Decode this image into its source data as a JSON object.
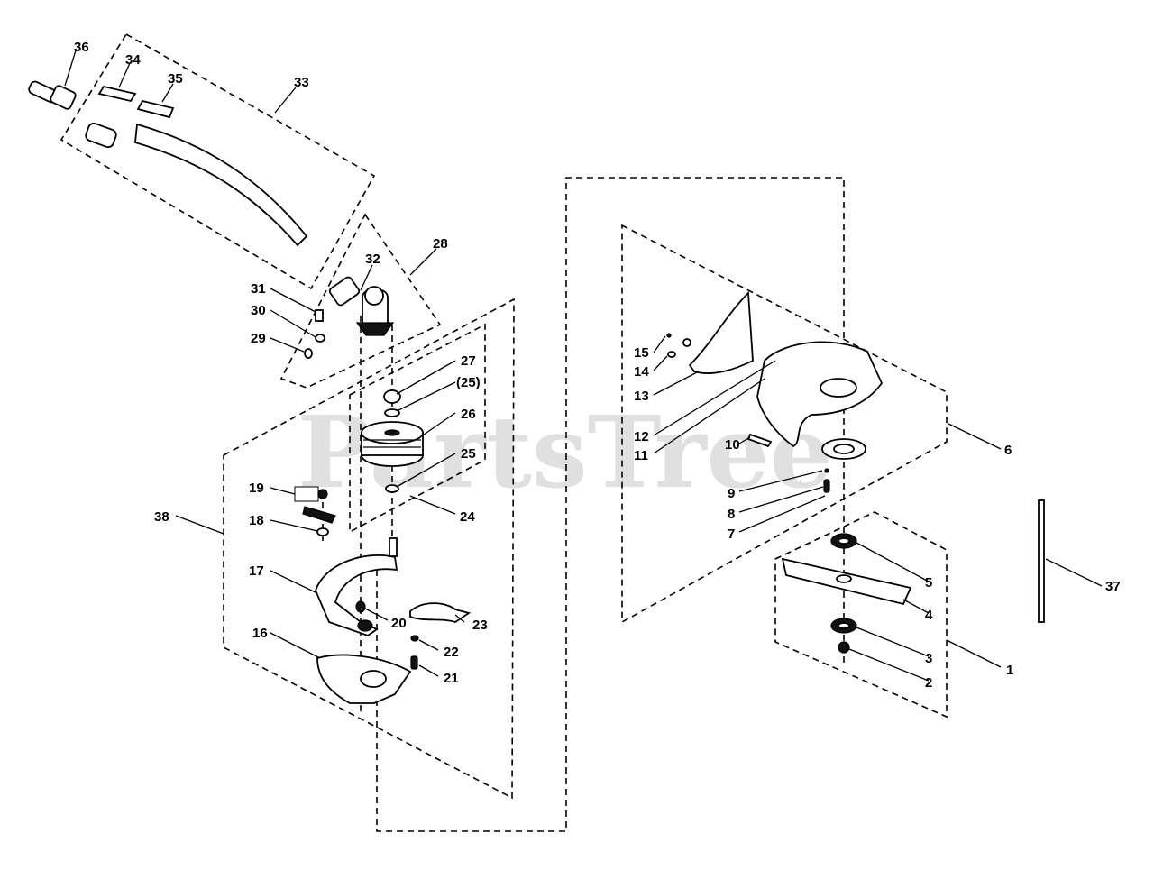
{
  "watermark": "PartsTree",
  "labels": {
    "p1": "1",
    "p2": "2",
    "p3": "3",
    "p4": "4",
    "p5": "5",
    "p6": "6",
    "p7": "7",
    "p8": "8",
    "p9": "9",
    "p10": "10",
    "p11": "11",
    "p12": "12",
    "p13": "13",
    "p14": "14",
    "p15": "15",
    "p16": "16",
    "p17": "17",
    "p18": "18",
    "p19": "19",
    "p20": "20",
    "p21": "21",
    "p22": "22",
    "p23": "23",
    "p24": "24",
    "p25": "25",
    "p25b": "(25)",
    "p26": "26",
    "p27": "27",
    "p28": "28",
    "p29": "29",
    "p30": "30",
    "p31": "31",
    "p32": "32",
    "p33": "33",
    "p34": "34",
    "p35": "35",
    "p36": "36",
    "p37": "37",
    "p38": "38"
  }
}
